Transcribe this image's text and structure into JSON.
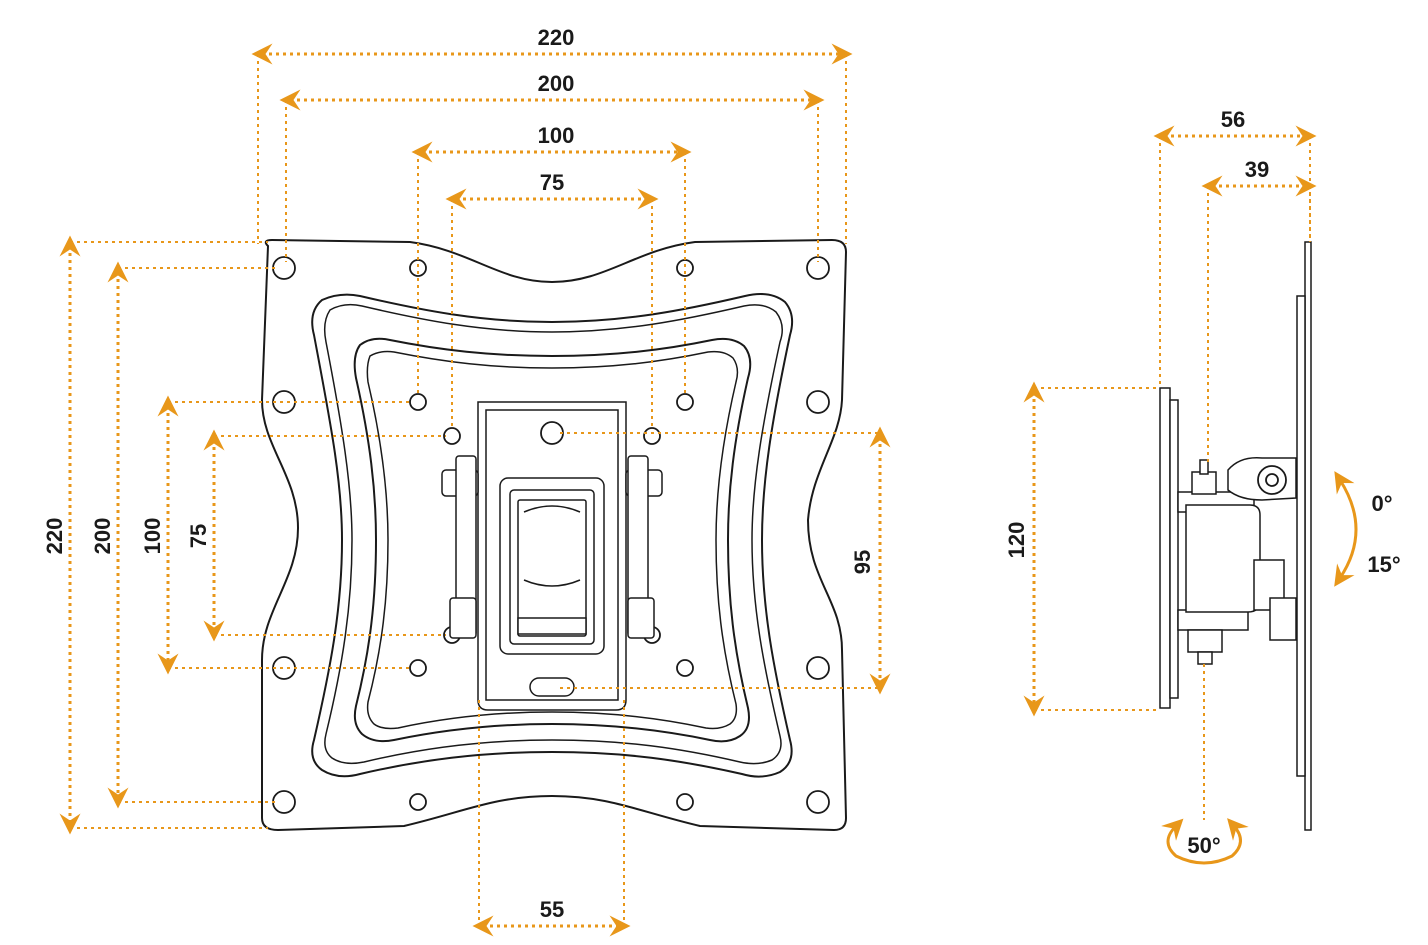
{
  "front_view": {
    "top_dimensions": [
      "220",
      "200",
      "100",
      "75"
    ],
    "left_dimensions": [
      "220",
      "200",
      "100",
      "75"
    ],
    "right_dimension": "95",
    "bottom_dimension": "55"
  },
  "side_view": {
    "depth_max": "56",
    "depth_min": "39",
    "height": "120",
    "tilt_up": "0°",
    "tilt_down": "15°",
    "swivel": "50°"
  },
  "colors": {
    "dimension": "#e8971a",
    "ink": "#1a1a1a"
  }
}
